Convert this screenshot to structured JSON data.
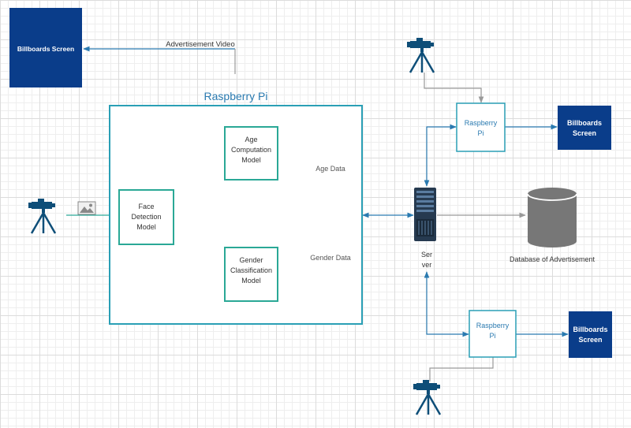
{
  "colors": {
    "navy": "#0a3d8a",
    "teal": "#2aa896",
    "blue_border": "#2a7ab0",
    "orange": "#f5a04a",
    "grey_line": "#999999",
    "camera": "#0e4e78",
    "db": "#777777",
    "server": "#263a50"
  },
  "billboard_top_left": {
    "line1": "Billboards Screen"
  },
  "billboard_right_1": {
    "line1": "Billboards",
    "line2": "Screen"
  },
  "billboard_right_2": {
    "line1": "Billboards",
    "line2": "Screen"
  },
  "advert_video_label": "Advertisement Video",
  "raspberry_pi_main_title": "Raspberry Pi",
  "face_detection": {
    "line1": "Face",
    "line2": "Detection",
    "line3": "Model"
  },
  "age_model": {
    "line1": "Age",
    "line2": "Computation",
    "line3": "Model"
  },
  "gender_model": {
    "line1": "Gender",
    "line2": "Classification",
    "line3": "Model"
  },
  "age_data_label": "Age Data",
  "gender_data_label": "Gender Data",
  "rpi_right_1": {
    "line1": "Raspberry",
    "line2": "Pi"
  },
  "rpi_right_2": {
    "line1": "Raspberry",
    "line2": "Pi"
  },
  "server_label": {
    "line1": "Ser",
    "line2": "ver"
  },
  "database_label": "Database of Advertisement",
  "icons": {
    "camera": "camera-on-tripod-icon",
    "image": "image-icon",
    "server": "server-rack-icon",
    "database": "database-cylinder-icon"
  }
}
